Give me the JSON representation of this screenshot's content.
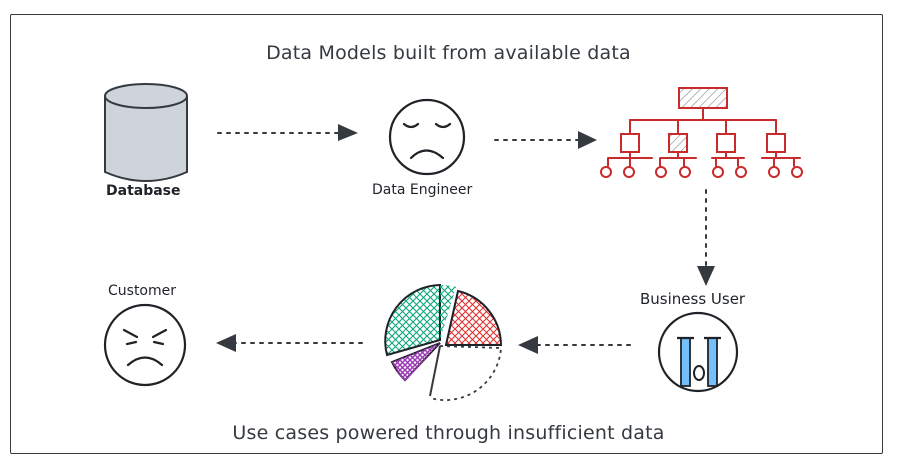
{
  "diagram": {
    "title": "Data Models built from available data",
    "subtitle": "Use cases powered through insufficient data",
    "nodes": {
      "database": {
        "label": "Database",
        "icon": "database-cylinder-icon",
        "color": "#ced4da"
      },
      "data_engineer": {
        "label": "Data Engineer",
        "icon": "sad-face-icon"
      },
      "data_model": {
        "label": "",
        "icon": "hierarchy-tree-icon",
        "color": "#c92a2a"
      },
      "business_user": {
        "label": "Business User",
        "icon": "crying-face-icon",
        "color": "#74c0fc"
      },
      "use_cases": {
        "label": "",
        "icon": "pie-chart-icon"
      },
      "customer": {
        "label": "Customer",
        "icon": "angry-face-icon"
      }
    },
    "pie_colors": {
      "teal": "#0ca678",
      "red": "#e03131",
      "purple": "#9c36b5"
    },
    "edges": [
      {
        "from": "database",
        "to": "data_engineer"
      },
      {
        "from": "data_engineer",
        "to": "data_model"
      },
      {
        "from": "data_model",
        "to": "business_user"
      },
      {
        "from": "business_user",
        "to": "use_cases"
      },
      {
        "from": "use_cases",
        "to": "customer"
      }
    ]
  }
}
